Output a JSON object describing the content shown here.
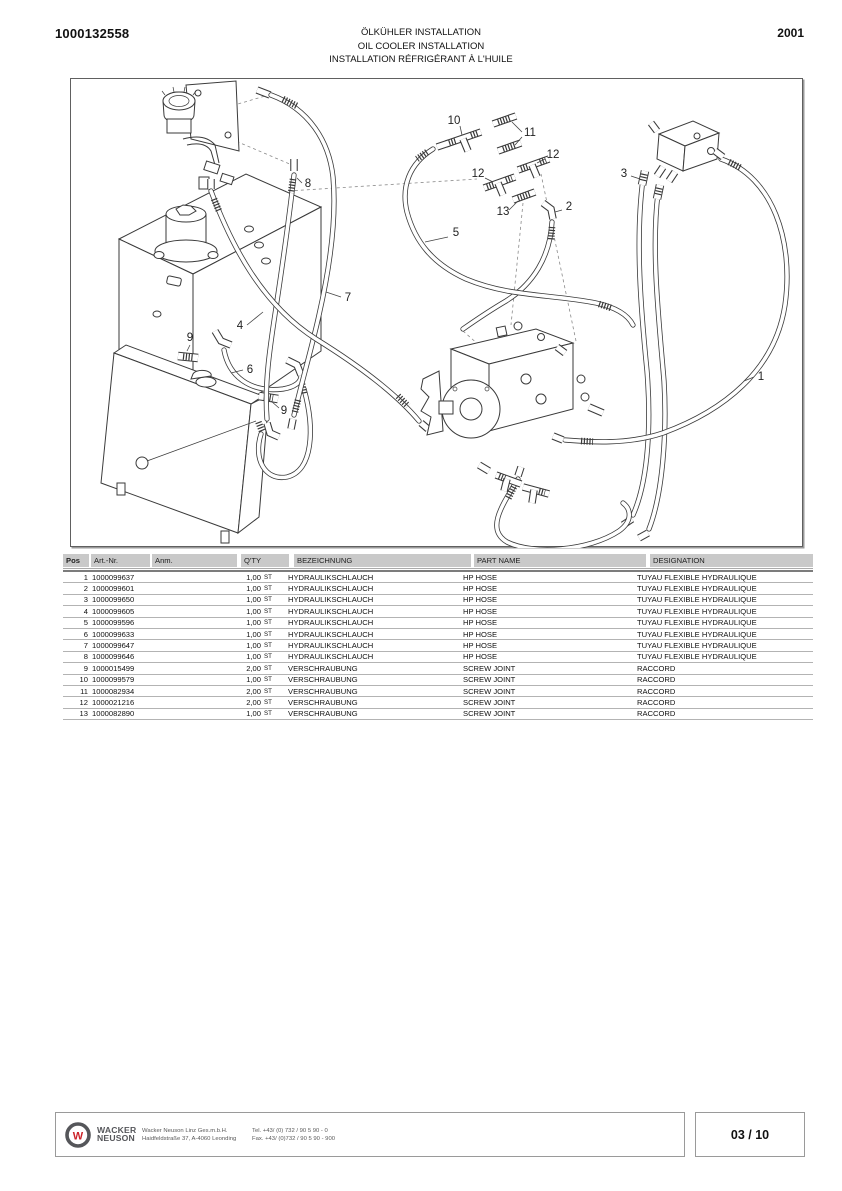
{
  "header": {
    "doc_number": "1000132558",
    "title_de": "ÖLKÜHLER INSTALLATION",
    "title_en": "OIL COOLER INSTALLATION",
    "title_fr": "INSTALLATION RÉFRIGÉRANT À L'HUILE",
    "year": "2001"
  },
  "diagram": {
    "description": "exploded-view line drawing: hydraulic tank with filter (top left), oil cooler (bottom left), hydraulic pump (center), manifold block (top right), numbered hp hoses and screw joints",
    "callouts": [
      {
        "label": "1"
      },
      {
        "label": "2"
      },
      {
        "label": "3"
      },
      {
        "label": "4"
      },
      {
        "label": "5"
      },
      {
        "label": "6"
      },
      {
        "label": "7"
      },
      {
        "label": "8"
      },
      {
        "label": "9"
      },
      {
        "label": "9"
      },
      {
        "label": "10"
      },
      {
        "label": "11"
      },
      {
        "label": "12"
      },
      {
        "label": "12"
      },
      {
        "label": "13"
      }
    ]
  },
  "table": {
    "headers": {
      "pos": "Pos",
      "art": "Art.-Nr.",
      "anm": "Anm.",
      "qty": "Q'TY",
      "bez": "BEZEICHNUNG",
      "part": "PART NAME",
      "desig": "DESIGNATION"
    },
    "rows": [
      {
        "pos": "1",
        "art": "1000099637",
        "anm": "",
        "qty": "1,00",
        "unit": "ST",
        "bez": "HYDRAULIKSCHLAUCH",
        "part": "HP HOSE",
        "desig": "TUYAU FLEXIBLE HYDRAULIQUE"
      },
      {
        "pos": "2",
        "art": "1000099601",
        "anm": "",
        "qty": "1,00",
        "unit": "ST",
        "bez": "HYDRAULIKSCHLAUCH",
        "part": "HP HOSE",
        "desig": "TUYAU FLEXIBLE HYDRAULIQUE"
      },
      {
        "pos": "3",
        "art": "1000099650",
        "anm": "",
        "qty": "1,00",
        "unit": "ST",
        "bez": "HYDRAULIKSCHLAUCH",
        "part": "HP HOSE",
        "desig": "TUYAU FLEXIBLE HYDRAULIQUE"
      },
      {
        "pos": "4",
        "art": "1000099605",
        "anm": "",
        "qty": "1,00",
        "unit": "ST",
        "bez": "HYDRAULIKSCHLAUCH",
        "part": "HP HOSE",
        "desig": "TUYAU FLEXIBLE HYDRAULIQUE"
      },
      {
        "pos": "5",
        "art": "1000099596",
        "anm": "",
        "qty": "1,00",
        "unit": "ST",
        "bez": "HYDRAULIKSCHLAUCH",
        "part": "HP HOSE",
        "desig": "TUYAU FLEXIBLE HYDRAULIQUE"
      },
      {
        "pos": "6",
        "art": "1000099633",
        "anm": "",
        "qty": "1,00",
        "unit": "ST",
        "bez": "HYDRAULIKSCHLAUCH",
        "part": "HP HOSE",
        "desig": "TUYAU FLEXIBLE HYDRAULIQUE"
      },
      {
        "pos": "7",
        "art": "1000099647",
        "anm": "",
        "qty": "1,00",
        "unit": "ST",
        "bez": "HYDRAULIKSCHLAUCH",
        "part": "HP HOSE",
        "desig": "TUYAU FLEXIBLE HYDRAULIQUE"
      },
      {
        "pos": "8",
        "art": "1000099646",
        "anm": "",
        "qty": "1,00",
        "unit": "ST",
        "bez": "HYDRAULIKSCHLAUCH",
        "part": "HP HOSE",
        "desig": "TUYAU FLEXIBLE HYDRAULIQUE"
      },
      {
        "pos": "9",
        "art": "1000015499",
        "anm": "",
        "qty": "2,00",
        "unit": "ST",
        "bez": "VERSCHRAUBUNG",
        "part": "SCREW JOINT",
        "desig": "RACCORD"
      },
      {
        "pos": "10",
        "art": "1000099579",
        "anm": "",
        "qty": "1,00",
        "unit": "ST",
        "bez": "VERSCHRAUBUNG",
        "part": "SCREW JOINT",
        "desig": "RACCORD"
      },
      {
        "pos": "11",
        "art": "1000082934",
        "anm": "",
        "qty": "2,00",
        "unit": "ST",
        "bez": "VERSCHRAUBUNG",
        "part": "SCREW JOINT",
        "desig": "RACCORD"
      },
      {
        "pos": "12",
        "art": "1000021216",
        "anm": "",
        "qty": "2,00",
        "unit": "ST",
        "bez": "VERSCHRAUBUNG",
        "part": "SCREW JOINT",
        "desig": "RACCORD"
      },
      {
        "pos": "13",
        "art": "1000082890",
        "anm": "",
        "qty": "1,00",
        "unit": "ST",
        "bez": "VERSCHRAUBUNG",
        "part": "SCREW JOINT",
        "desig": "RACCORD"
      }
    ]
  },
  "footer": {
    "logo_letter": "W",
    "brand_line1": "WACKER",
    "brand_line2": "NEUSON",
    "company": "Wacker Neuson Linz  Ges.m.b.H.",
    "address": "Haidfeldstraße 37, A-4060 Leonding",
    "tel": "Tel. +43/ (0) 732 / 90 5 90 - 0",
    "fax": "Fax. +43/ (0)732 / 90 5 90 - 900",
    "page": "03 / 10",
    "accent_red": "#cc2229"
  }
}
